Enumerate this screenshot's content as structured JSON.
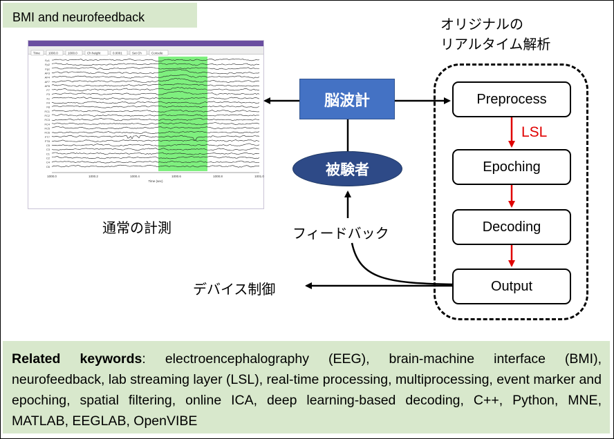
{
  "title": "BMI  and neurofeedback",
  "eeg_window": {
    "toolbar": [
      "Time",
      "1000.0",
      "1000.0",
      "Ch height",
      "0.0001",
      "Set Ch",
      "Console"
    ],
    "channels": [
      "Fp1",
      "Fp2",
      "Fpz",
      "AF3",
      "AF4",
      "AF7",
      "AF8",
      "F7",
      "F3",
      "Fz",
      "F4",
      "F8",
      "FC1",
      "FC2",
      "FC3",
      "FC4",
      "FC5",
      "FC6",
      "FT7",
      "FT8",
      "C5",
      "C3",
      "C1",
      "C2",
      "C4",
      "C6"
    ],
    "x_ticks": [
      "1000.0",
      "1000.2",
      "1000.4",
      "1000.6",
      "1000.8",
      "1001.0"
    ],
    "x_label": "Time (sec)",
    "highlight_color": "#7ef07e"
  },
  "eeg_caption": "通常の計測",
  "device_label": "脳波計",
  "subject_label": "被験者",
  "feedback_label": "フィードバック",
  "device_control_label": "デバイス制御",
  "pipeline": {
    "title_line1": "オリジナルの",
    "title_line2": "リアルタイム解析",
    "stages": [
      "Preprocess",
      "Epoching",
      "Decoding",
      "Output"
    ],
    "lsl_label": "LSL"
  },
  "keywords": {
    "heading": "Related keywords",
    "text": ": electroencephalography (EEG), brain-machine interface (BMI), neurofeedback, lab streaming layer (LSL), real-time processing, multiprocessing, event marker and epoching, spatial filtering, online ICA, deep learning-based decoding, C++, Python, MNE, MATLAB, EEGLAB, OpenVIBE"
  },
  "colors": {
    "panel_green": "#d8e8cc",
    "device_blue": "#4472c4",
    "subject_navy": "#2e4a87",
    "arrow_red": "#e00000"
  }
}
